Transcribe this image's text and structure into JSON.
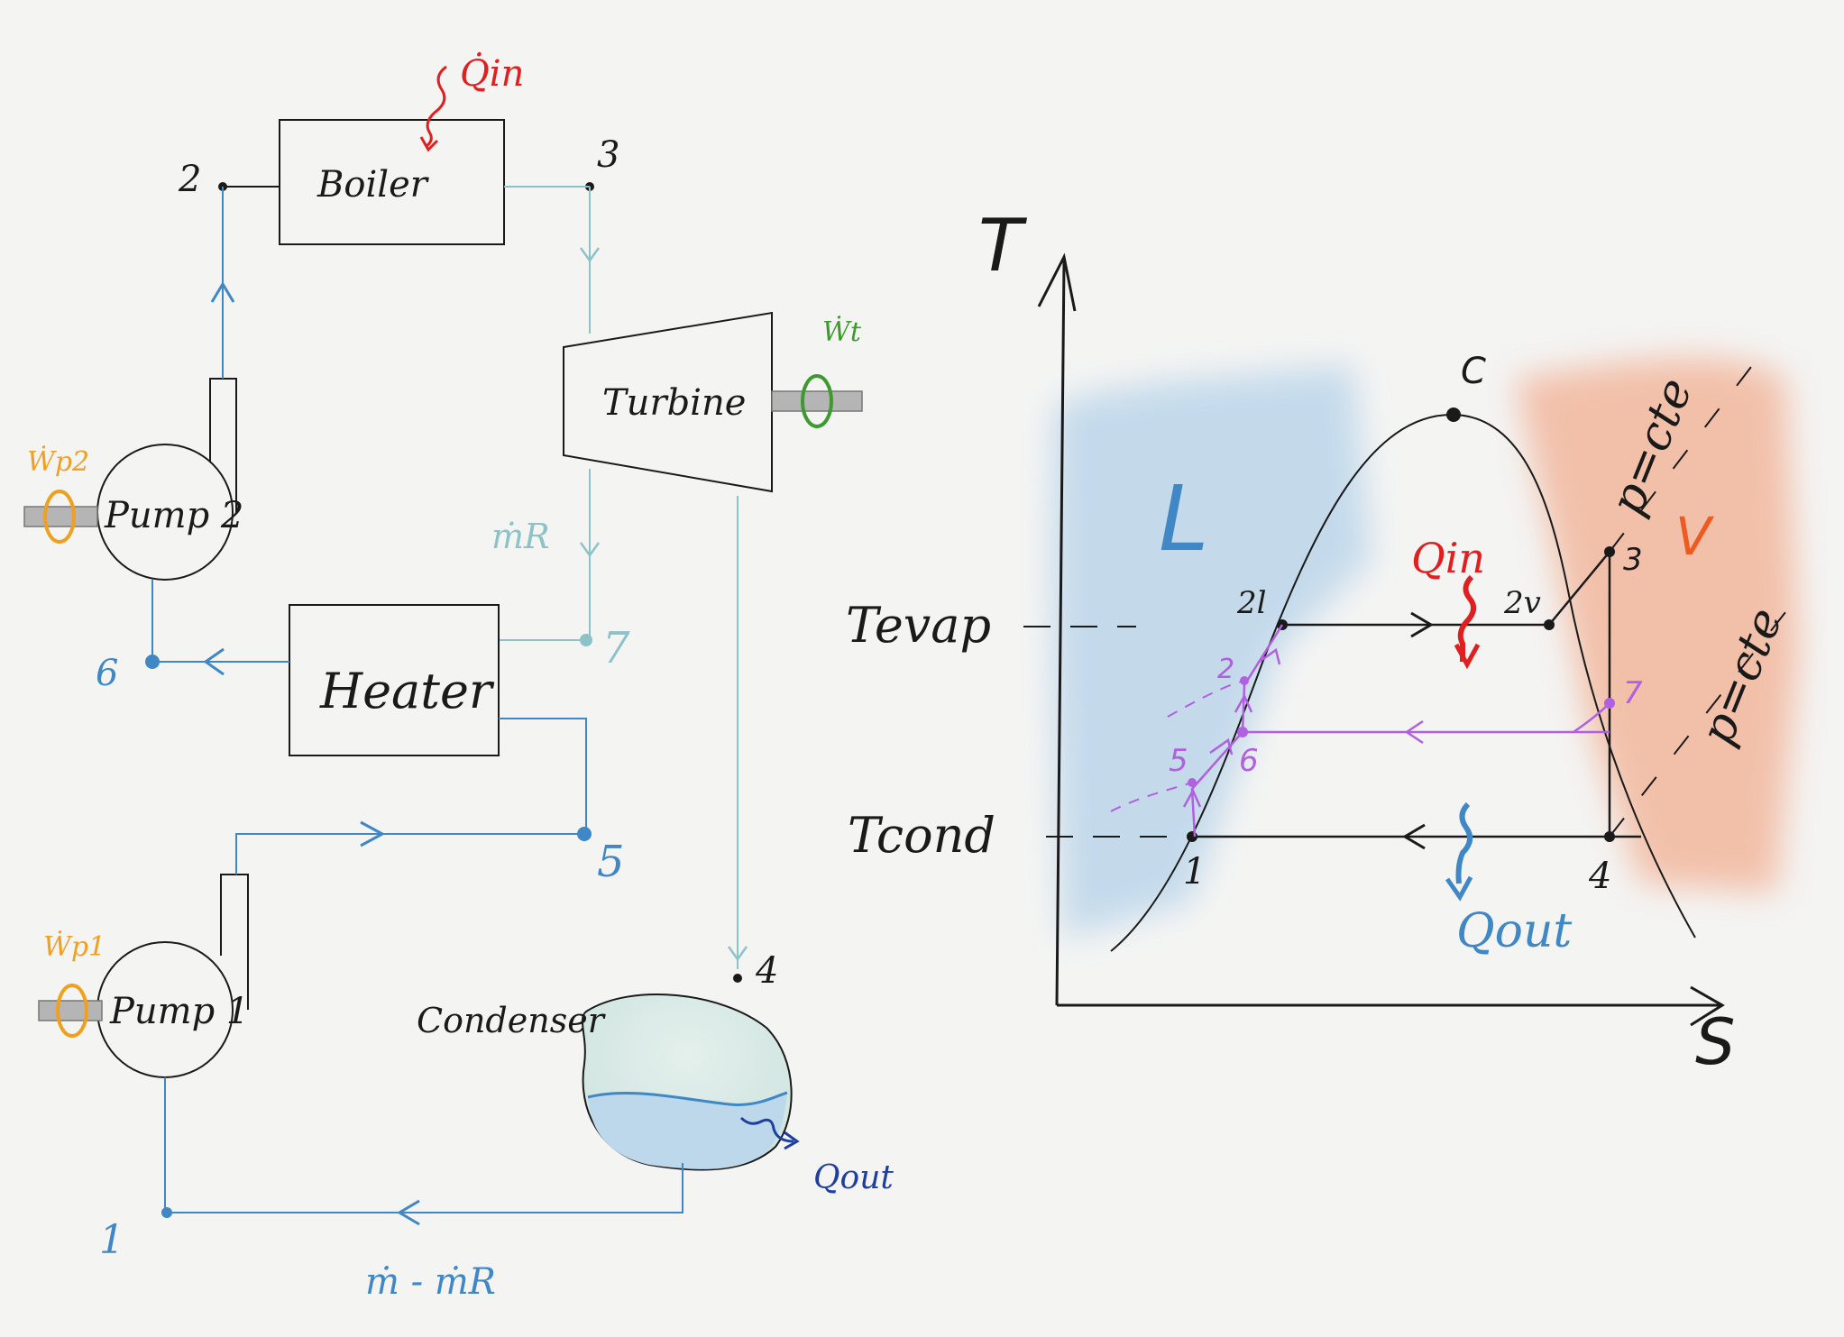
{
  "colors": {
    "black": "#1a1a1a",
    "blue": "#3f88c5",
    "lightblue": "#8cc3c8",
    "red": "#e02020",
    "orange": "#f0a020",
    "green": "#3d9a2e",
    "purple": "#b060e0",
    "navy": "#1f3fa0",
    "liquid_region": "#bcd6ea",
    "vapor_region": "#f2b79d"
  },
  "plant": {
    "boiler": "Boiler",
    "turbine": "Turbine",
    "heater": "Heater",
    "pump1": "Pump 1",
    "pump2": "Pump 2",
    "condenser": "Condenser",
    "q_in": "Q̇in",
    "q_out": "Qout",
    "w_t": "Ẇt",
    "w_p1": "Ẇp1",
    "w_p2": "Ẇp2",
    "m_r": "ṁR",
    "m_minus_mr": "ṁ - ṁR",
    "nodes": {
      "n1": "1",
      "n2": "2",
      "n3": "3",
      "n4": "4",
      "n5": "5",
      "n6": "6",
      "n7": "7"
    }
  },
  "ts": {
    "axis_t": "T",
    "axis_s": "S",
    "t_evap": "Tevap",
    "t_cond": "Tcond",
    "region_l": "L",
    "region_v": "V",
    "critical": "C",
    "q_in": "Qin",
    "q_out": "Qout",
    "p_cte_1": "p=cte",
    "p_cte_2": "p=cte",
    "pts": {
      "p1": "1",
      "p2": "2",
      "p2l": "2l",
      "p2v": "2v",
      "p3": "3",
      "p4": "4",
      "p5": "5",
      "p6": "6",
      "p7": "7"
    }
  }
}
